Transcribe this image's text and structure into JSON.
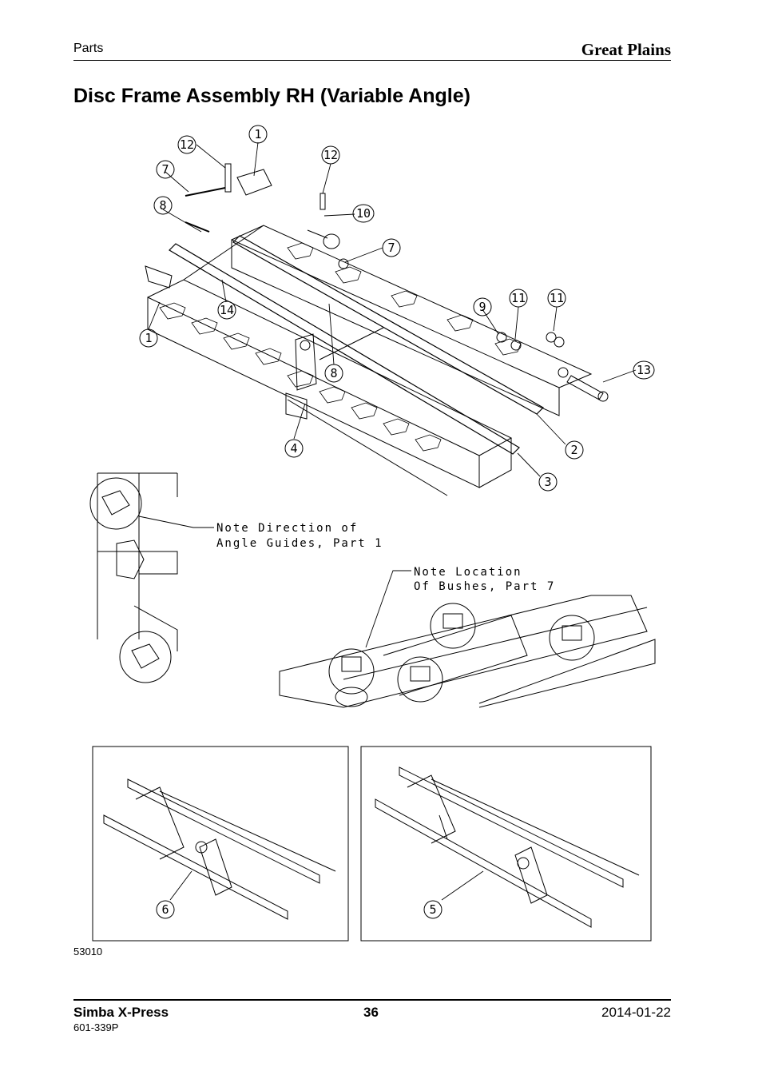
{
  "header": {
    "section": "Parts",
    "brand": "Great Plains"
  },
  "title": "Disc Frame Assembly RH (Variable Angle)",
  "callouts": {
    "c12a": "12",
    "c1a": "1",
    "c12b": "12",
    "c7a": "7",
    "c8a": "8",
    "c10": "10",
    "c7b": "7",
    "c1b": "1",
    "c14": "14",
    "c9": "9",
    "c11a": "11",
    "c11b": "11",
    "c8b": "8",
    "c13": "13",
    "c4": "4",
    "c2": "2",
    "c3": "3",
    "c6": "6",
    "c5": "5"
  },
  "notes": {
    "angle_line1": "Note Direction of",
    "angle_line2": "Angle Guides, Part 1",
    "bush_line1": "Note Location",
    "bush_line2": "Of Bushes, Part 7"
  },
  "figure_id": "53010",
  "footer": {
    "product": "Simba X-Press",
    "doc_code": "601-339P",
    "page": "36",
    "date": "2014-01-22"
  }
}
